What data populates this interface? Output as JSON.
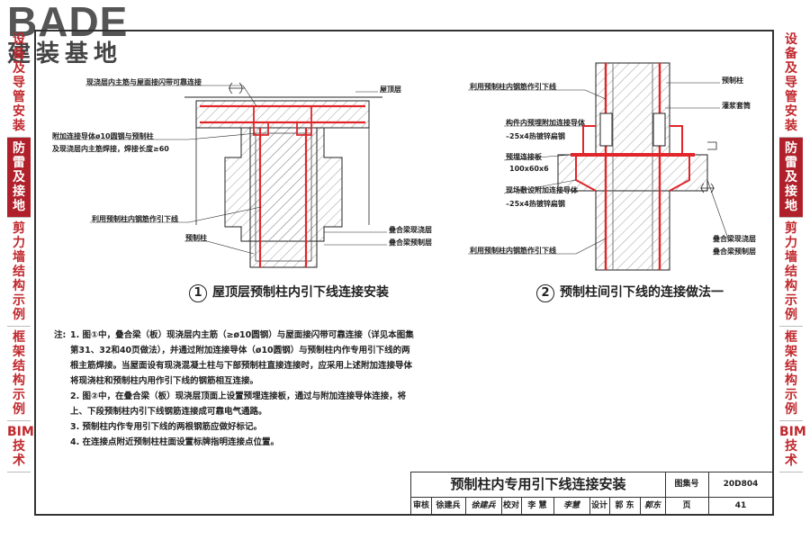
{
  "logo": {
    "main": "BADE",
    "sub": "建装基地"
  },
  "sidebar_left": [
    {
      "label": "设备及导管安装",
      "active": false
    },
    {
      "label": "防雷及接地",
      "active": true
    },
    {
      "label": "剪力墙结构示例",
      "active": false
    },
    {
      "label": "框架结构示例",
      "active": false
    },
    {
      "label": "BIM技术",
      "active": false
    }
  ],
  "sidebar_right": [
    {
      "label": "设备及导管安装",
      "active": false
    },
    {
      "label": "防雷及接地",
      "active": true
    },
    {
      "label": "剪力墙结构示例",
      "active": false
    },
    {
      "label": "框架结构示例",
      "active": false
    },
    {
      "label": "BIM技术",
      "active": false
    }
  ],
  "figure1": {
    "num": "1",
    "caption": "屋顶层预制柱内引下线连接安装",
    "labels": {
      "l1": "现浇层内主筋与屋面接闪带可靠连接",
      "l2": "屋顶层",
      "l3": "附加连接导体ø10圆钢与预制柱",
      "l4": "及现浇层内主筋焊接，焊接长度≥60",
      "l5": "利用预制柱内钢筋作引下线",
      "l6": "预制柱",
      "l7": "叠合梁现浇层",
      "l8": "叠合梁预制层"
    }
  },
  "figure2": {
    "num": "2",
    "caption": "预制柱间引下线的连接做法一",
    "labels": {
      "r1": "利用预制柱内钢筋作引下线",
      "r2": "预制柱",
      "r3": "灌浆套筒",
      "r4": "构件内预埋附加连接导体",
      "r5": "–25x4热镀锌扁钢",
      "r6": "预埋连接板",
      "r7": "100x60x6",
      "r8": "现场敷设附加连接导体",
      "r9": "–25x4热镀锌扁钢",
      "r10": "叠合梁现浇层",
      "r11": "叠合梁预制层",
      "r12": "利用预制柱内钢筋作引下线"
    }
  },
  "notes": {
    "prefix": "注:",
    "items": [
      "1.  图①中，叠合梁（板）现浇层内主筋（≥ø10圆钢）与屋面接闪带可靠连接（详见本图集第31、32和40页做法），并通过附加连接导体（ø10圆钢）与预制柱内作专用引下线的两根主筋焊接。当屋面设有现浇混凝土柱与下部预制柱直接连接时，应采用上述附加连接导体将现浇柱和预制柱内用作引下线的钢筋相互连接。",
      "2.  图②中，在叠合梁（板）现浇层顶面上设置预埋连接板，通过与附加连接导体连接，将上、下段预制柱内引下线钢筋连接成可靠电气通路。",
      "3.  预制柱内作专用引下线的两根钢筋应做好标记。",
      "4.  在连接点附近预制柱柱面设置标牌指明连接点位置。"
    ]
  },
  "title_block": {
    "title": "预制柱内专用引下线连接安装",
    "atlas_label": "图集号",
    "atlas_no": "20D804",
    "review_label": "审核",
    "reviewer": "徐建兵",
    "reviewer_sig": "徐建兵",
    "check_label": "校对",
    "checker": "李 慧",
    "checker_sig": "李慧",
    "design_label": "设计",
    "designer": "郭 东",
    "designer_sig": "郭东",
    "page_label": "页",
    "page_no": "41"
  },
  "colors": {
    "accent": "#c0282d",
    "rebar": "#e0262b",
    "line": "#222222"
  }
}
